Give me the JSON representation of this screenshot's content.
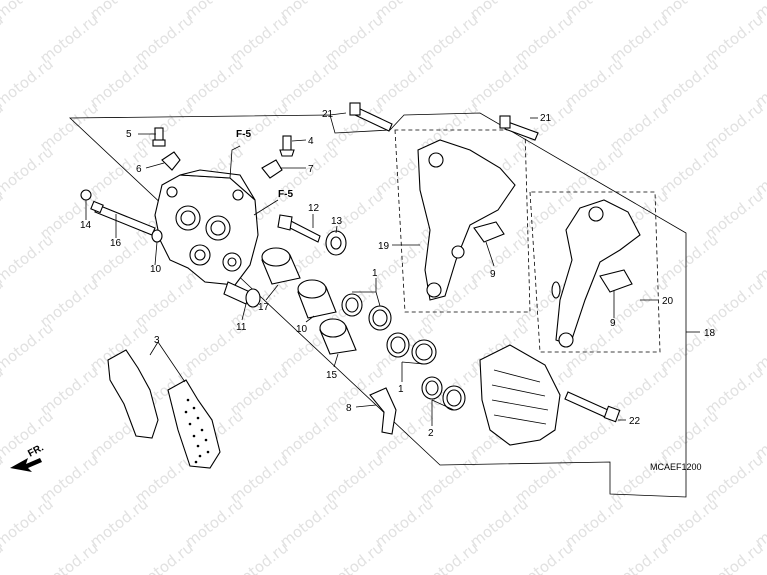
{
  "watermark": "motod.ru",
  "diagram_code": "MCAEF1200",
  "direction_label": "FR.",
  "ref_labels": [
    "F-5",
    "F-5"
  ],
  "callouts": [
    {
      "id": "c1a",
      "text": "1"
    },
    {
      "id": "c1b",
      "text": "1"
    },
    {
      "id": "c2",
      "text": "2"
    },
    {
      "id": "c3",
      "text": "3"
    },
    {
      "id": "c4",
      "text": "4"
    },
    {
      "id": "c5",
      "text": "5"
    },
    {
      "id": "c6a",
      "text": "6"
    },
    {
      "id": "c6b",
      "text": "6"
    },
    {
      "id": "c7",
      "text": "7"
    },
    {
      "id": "c8",
      "text": "8"
    },
    {
      "id": "c9a",
      "text": "9"
    },
    {
      "id": "c9b",
      "text": "9"
    },
    {
      "id": "c10",
      "text": "10"
    },
    {
      "id": "c11",
      "text": "11"
    },
    {
      "id": "c12",
      "text": "12"
    },
    {
      "id": "c13",
      "text": "13"
    },
    {
      "id": "c14",
      "text": "14"
    },
    {
      "id": "c15",
      "text": "15"
    },
    {
      "id": "c16",
      "text": "16"
    },
    {
      "id": "c17",
      "text": "17"
    },
    {
      "id": "c18",
      "text": "18"
    },
    {
      "id": "c19",
      "text": "19"
    },
    {
      "id": "c20",
      "text": "20"
    },
    {
      "id": "c21a",
      "text": "21"
    },
    {
      "id": "c21b",
      "text": "21"
    },
    {
      "id": "c22",
      "text": "22"
    }
  ]
}
